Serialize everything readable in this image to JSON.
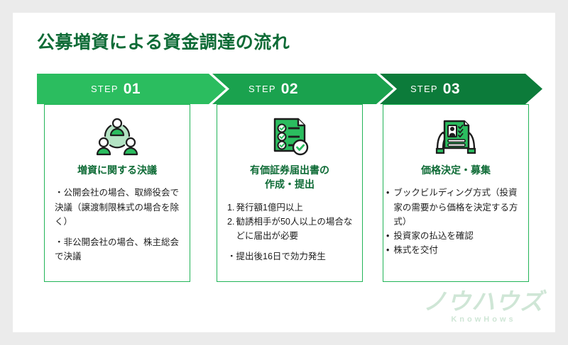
{
  "page": {
    "title": "公募増資による資金調達の流れ",
    "background_color": "#ebebeb",
    "canvas_color": "#ffffff",
    "accent_green": "#22b457",
    "dark_green": "#0e6b36"
  },
  "banner": {
    "steps": [
      {
        "word": "STEP",
        "number": "01",
        "fill": "#2bbd5f"
      },
      {
        "word": "STEP",
        "number": "02",
        "fill": "#1aa24e"
      },
      {
        "word": "STEP",
        "number": "03",
        "fill": "#0c7b3a"
      }
    ]
  },
  "cards": [
    {
      "icon": "group-people-icon",
      "heading": "増資に関する決議",
      "blocks": [
        {
          "type": "dot-paragraph",
          "text": "・公開会社の場合、取締役会で決議（譲渡制限株式の場合を除く）"
        },
        {
          "type": "dot-paragraph",
          "text": "・非公開会社の場合、株主総会で決議"
        }
      ]
    },
    {
      "icon": "checklist-document-icon",
      "heading": "有価証券届出書の\n作成・提出",
      "heading_line1": "有価証券届出書の",
      "heading_line2": "作成・提出",
      "blocks": [
        {
          "type": "ordered-list",
          "items": [
            {
              "number": "1.",
              "text": "発行額1億円以上"
            },
            {
              "number": "2.",
              "text": "勧誘相手が50人以上の場合などに届出が必要"
            }
          ]
        },
        {
          "type": "dot-paragraph",
          "text": "・提出後16日で効力発生"
        }
      ]
    },
    {
      "icon": "person-presenting-document-icon",
      "heading": "価格決定・募集",
      "blocks": [
        {
          "type": "bullet-list",
          "items": [
            {
              "mark": "•",
              "text": "ブックビルディング方式（投資家の需要から価格を決定する方式）"
            },
            {
              "mark": "•",
              "text": "投資家の払込を確認"
            },
            {
              "mark": "•",
              "text": "株式を交付"
            }
          ]
        }
      ]
    }
  ],
  "logo": {
    "kana": "ノウハウズ",
    "roman": "KnowHows",
    "color": "#cfe6d6"
  }
}
